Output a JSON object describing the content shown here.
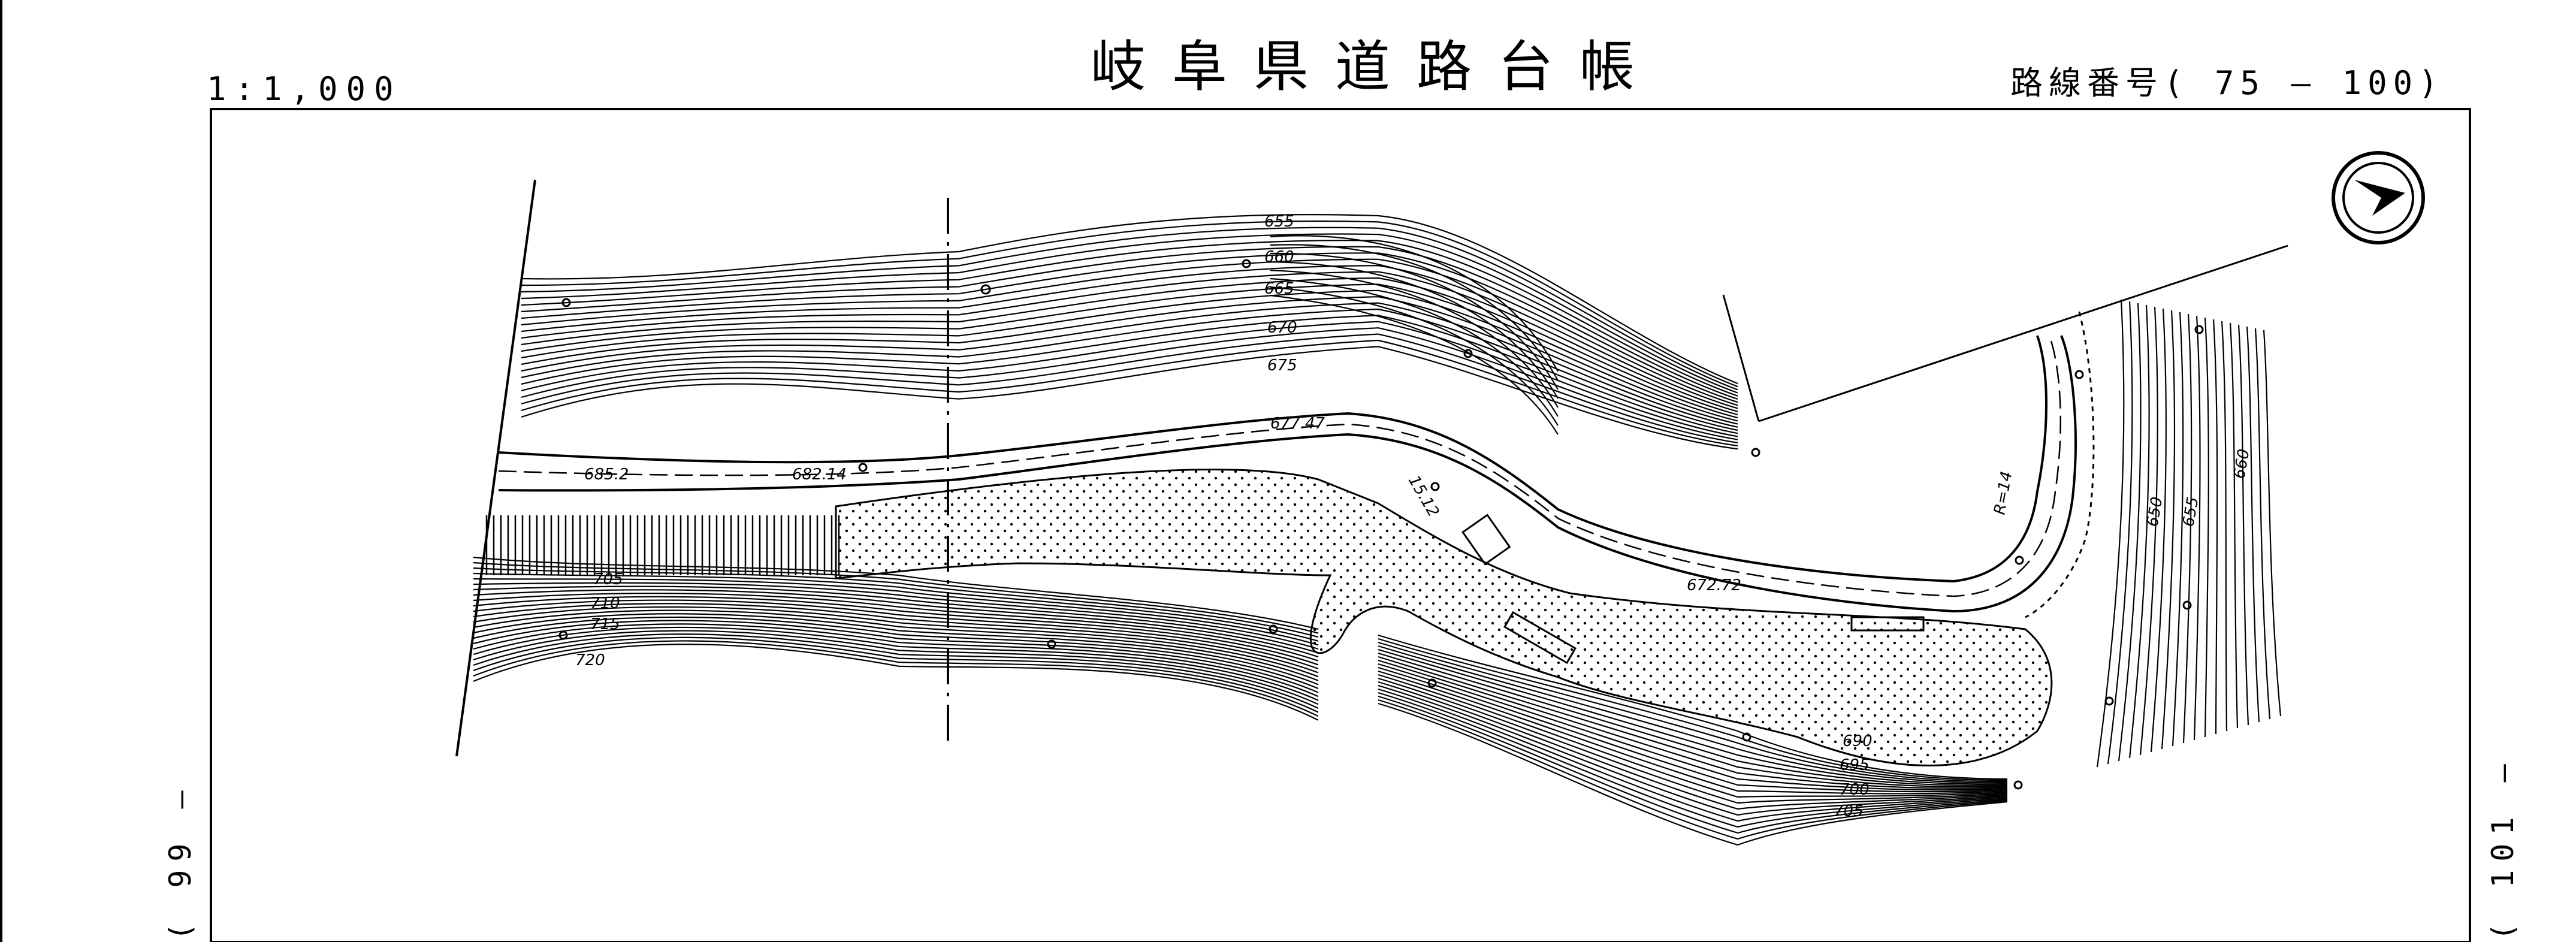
{
  "sheet": {
    "scale": "1:1,000",
    "title": "岐阜県道路台帳",
    "route_number": "路線番号( 75 ― 100)",
    "adjacent_left": "( 99 ―",
    "adjacent_right": "( 101 ―"
  },
  "map": {
    "contour_labels": [
      "655",
      "660",
      "665",
      "670",
      "675",
      "705",
      "710",
      "715",
      "720",
      "690",
      "695",
      "700",
      "705"
    ],
    "elevation_labels": [
      "685.2",
      "682.14",
      "677.47",
      "672.72"
    ],
    "side_contour_labels": [
      "650",
      "655",
      "660"
    ],
    "road_marks": [
      "15.12",
      "R=14"
    ],
    "north_arrow": "north-arrow-icon"
  }
}
